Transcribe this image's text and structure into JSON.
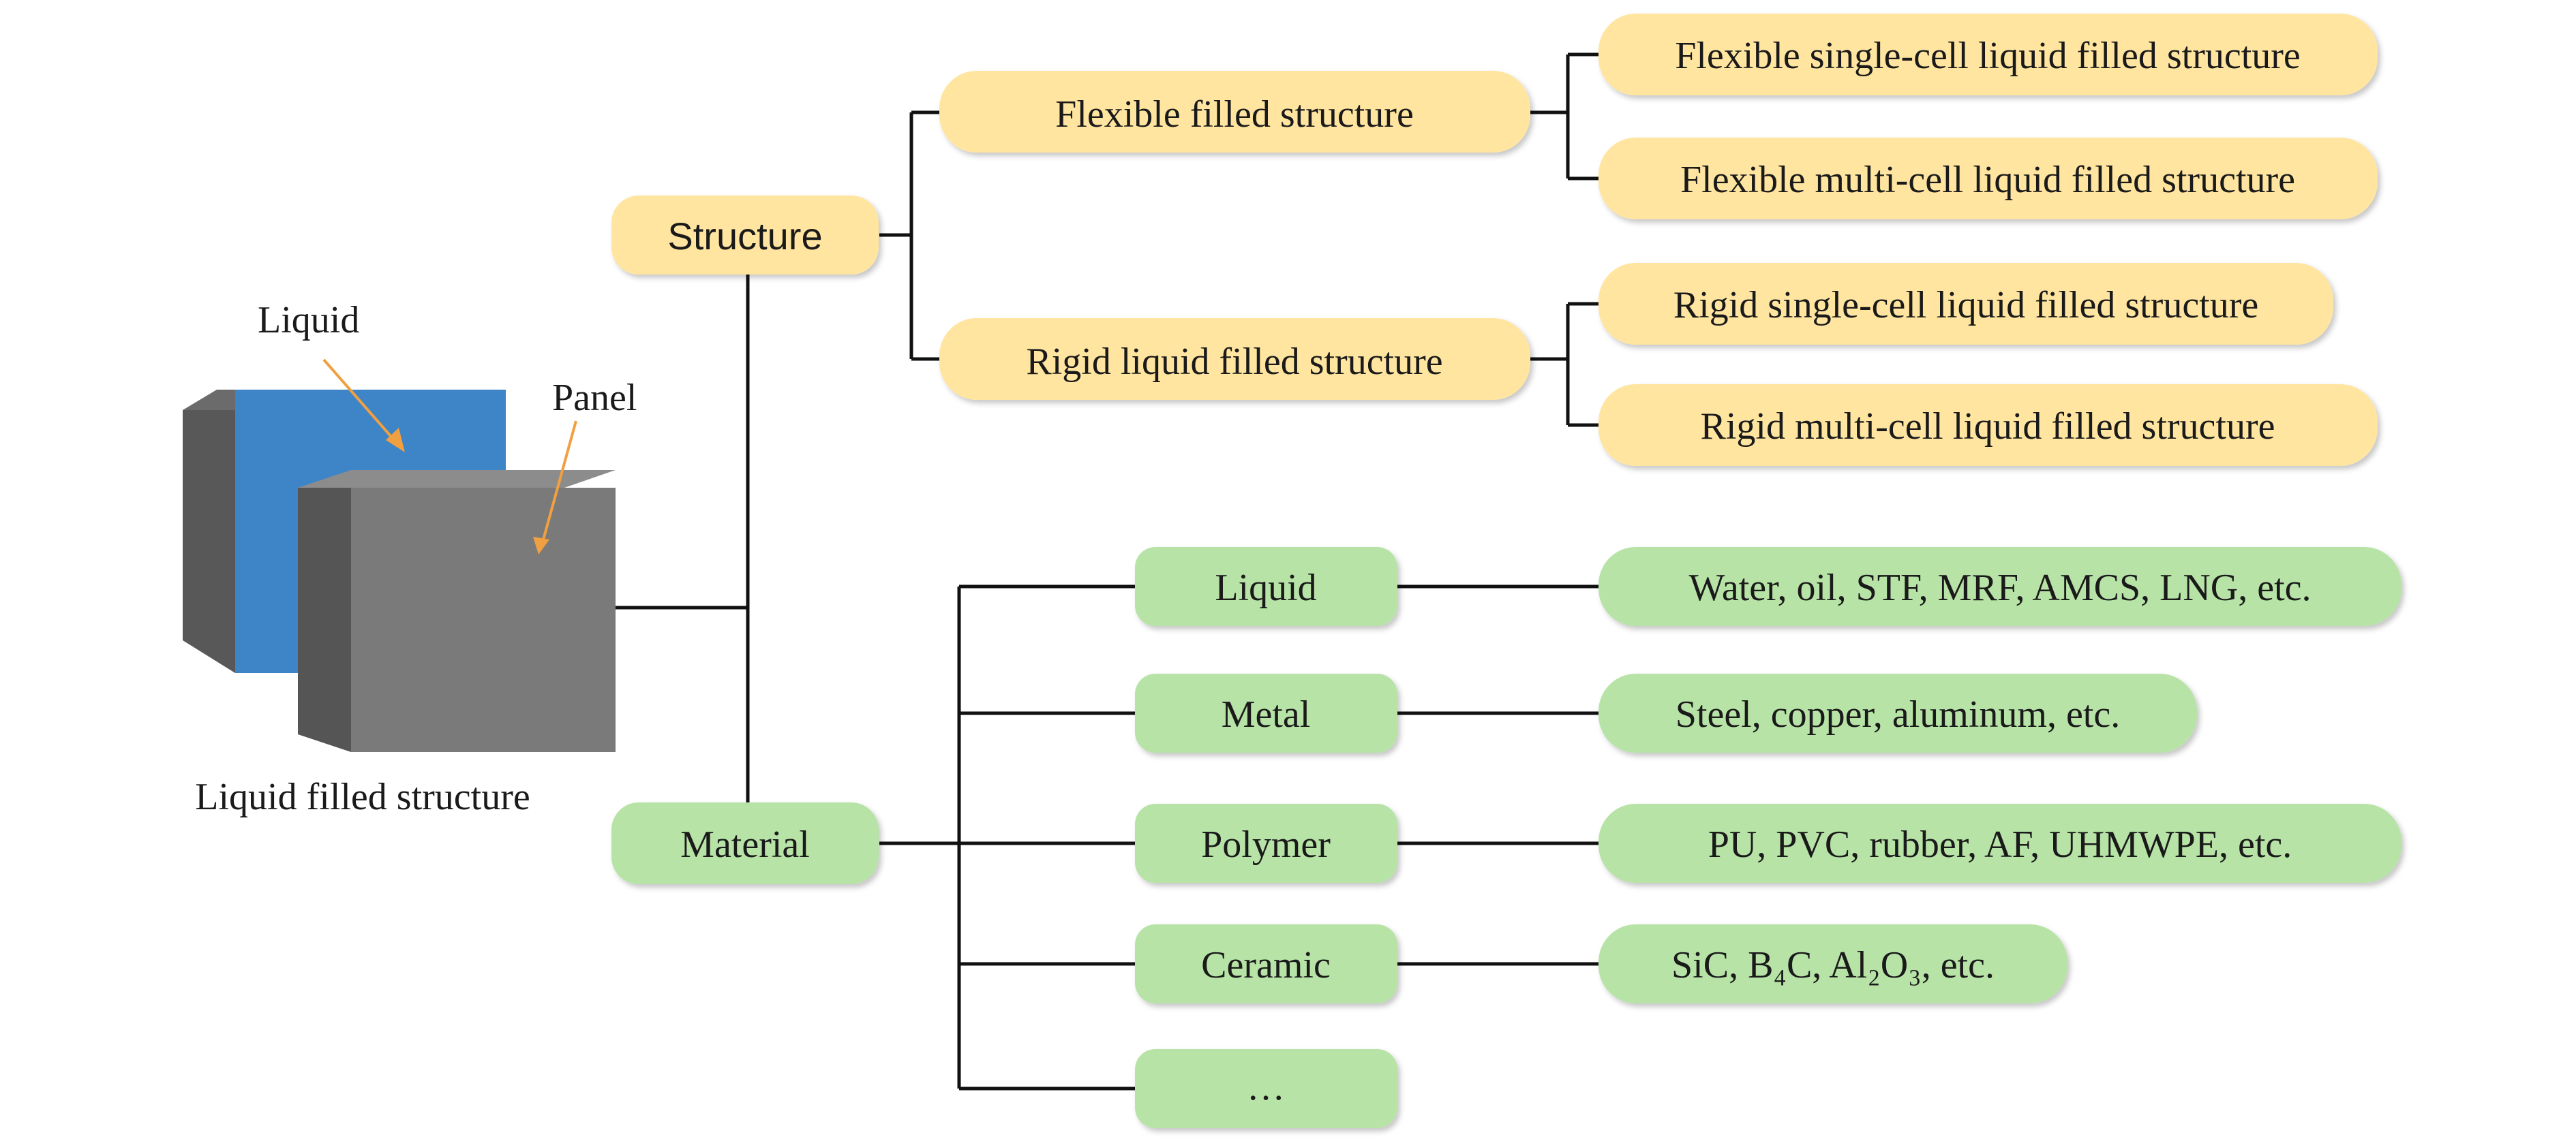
{
  "illustration": {
    "caption": "Liquid filled structure",
    "liquid_label": "Liquid",
    "panel_label": "Panel",
    "colors": {
      "liquid": "#3d85c6",
      "panel_front": "#7a7a7a",
      "panel_top": "#8c8c8c",
      "panel_side": "#5a5a5a",
      "arrow": "#f0a040"
    }
  },
  "structure": {
    "label": "Structure",
    "flexible": {
      "label": "Flexible filled structure",
      "children": [
        "Flexible single-cell liquid filled structure",
        "Flexible multi-cell liquid filled structure"
      ]
    },
    "rigid": {
      "label": "Rigid liquid filled structure",
      "children": [
        "Rigid single-cell liquid filled structure",
        "Rigid multi-cell liquid filled structure"
      ]
    }
  },
  "material": {
    "label": "Material",
    "items": [
      {
        "label": "Liquid",
        "examples": "Water, oil, STF, MRF, AMCS, LNG, etc."
      },
      {
        "label": "Metal",
        "examples": "Steel, copper, aluminum, etc."
      },
      {
        "label": "Polymer",
        "examples": "PU, PVC, rubber, AF, UHMWPE, etc."
      },
      {
        "label": "Ceramic",
        "examples": "SiC, B₄C, Al₂O₃, etc."
      },
      {
        "label": "…"
      }
    ]
  },
  "colors": {
    "structure_box": "#ffe5a0",
    "material_box": "#b7e3a7",
    "line": "#111111"
  }
}
